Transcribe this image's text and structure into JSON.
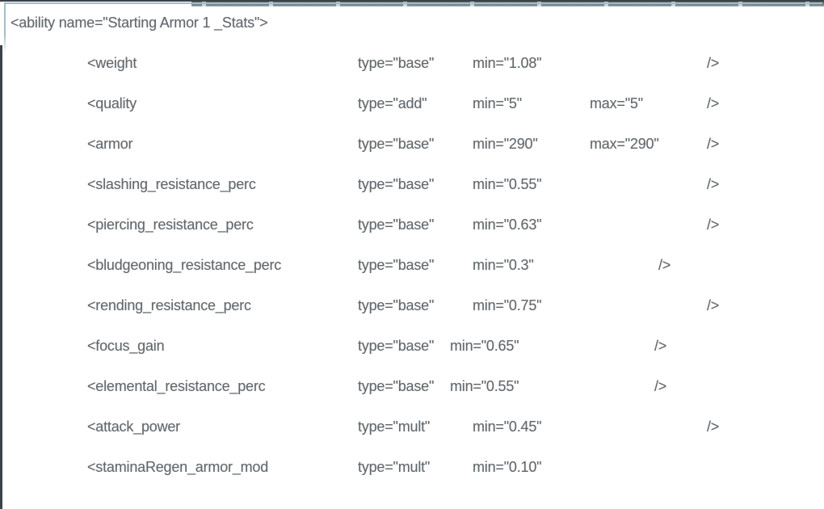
{
  "document": {
    "header_line": "<ability name=\"Starting Armor 1 _Stats\">"
  },
  "rows": [
    {
      "name": "<weight",
      "type": "type=\"base\"",
      "min": "min=\"1.08\"",
      "max": "",
      "close": "/>"
    },
    {
      "name": "<quality",
      "type": "type=\"add\"",
      "min": "min=\"5\"",
      "max": "max=\"5\"",
      "close": "/>"
    },
    {
      "name": "<armor",
      "type": "type=\"base\"",
      "min": "min=\"290\"",
      "max": "max=\"290\"",
      "close": "/>"
    },
    {
      "name": "<slashing_resistance_perc",
      "type": "type=\"base\"",
      "min": "min=\"0.55\"",
      "max": "",
      "close": "/>"
    },
    {
      "name": "<piercing_resistance_perc",
      "type": "type=\"base\"",
      "min": "min=\"0.63\"",
      "max": "",
      "close": "/>"
    },
    {
      "name": "<bludgeoning_resistance_perc",
      "type": "type=\"base\"",
      "min": "min=\"0.3\"",
      "max": "",
      "close": "/>"
    },
    {
      "name": "<rending_resistance_perc",
      "type": "type=\"base\"",
      "min": "min=\"0.75\"",
      "max": "",
      "close": "/>"
    },
    {
      "name": "<focus_gain",
      "type": "type=\"base\"",
      "min": "min=\"0.65\"",
      "max": "",
      "close": "/>"
    },
    {
      "name": "<elemental_resistance_perc",
      "type": "type=\"base\"",
      "min": "min=\"0.55\"",
      "max": "",
      "close": "/>"
    },
    {
      "name": "<attack_power",
      "type": "type=\"mult\"",
      "min": "min=\"0.45\"",
      "max": "",
      "close": "/>"
    },
    {
      "name": "<staminaRegen_armor_mod",
      "type": "type=\"mult\"",
      "min": "min=\"0.10\"",
      "max": "",
      "close": ""
    }
  ],
  "colors": {
    "text": "#61686d",
    "top_band_dark": "#46565d",
    "left_border": "#3b4348",
    "cell_border_blue": "#a6bbc7",
    "background": "#ffffff"
  }
}
